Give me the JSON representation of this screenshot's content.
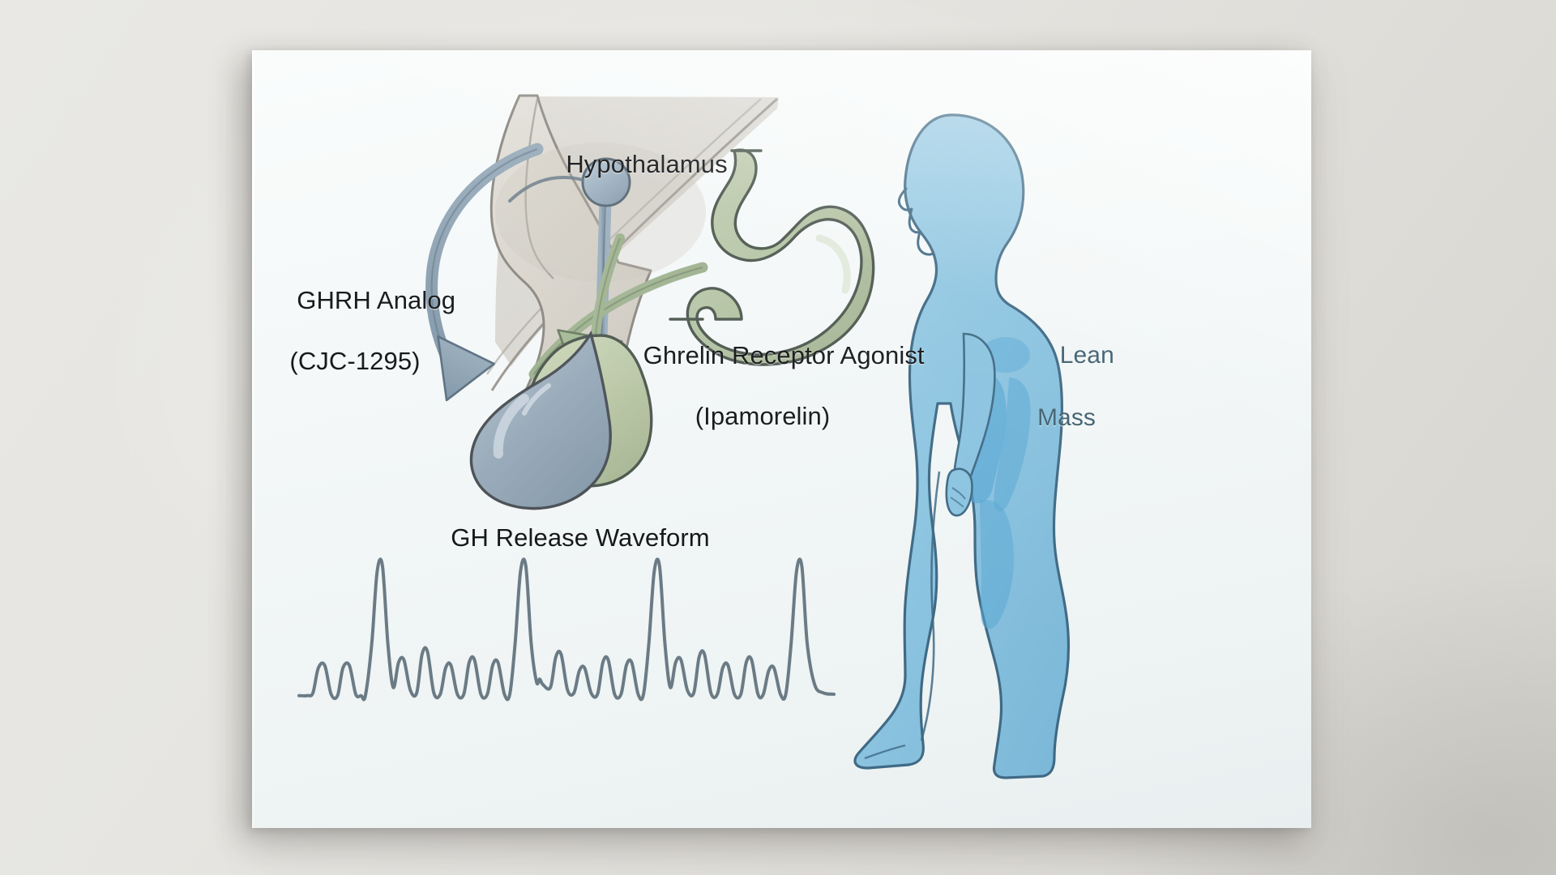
{
  "scene": {
    "type": "scientific-illustration",
    "title_note": "Growth hormone secretagogue pathway diagram",
    "background_color": "#e4e3de",
    "card_color": "#f2f6f7"
  },
  "labels": {
    "hypothalamus": "Hypothalamus",
    "ghrh_line1": "GHRH Analog",
    "ghrh_line2": "(CJC-1295)",
    "ghrelin_line1": "Ghrelin Receptor Agonist",
    "ghrelin_line2": "(Ipamorelin)",
    "waveform": "GH Release Waveform",
    "lean_mass_line1": "Lean",
    "lean_mass_line2": "Mass"
  },
  "colors": {
    "text": "#16181a",
    "lean_mass_text": "#3f6070",
    "ghrh_arrow": "#8ea2b2",
    "ghrelin_arrow": "#9fb391",
    "pituitary_anterior": "#9eb0bf",
    "pituitary_posterior": "#bcc9a9",
    "stomach": "#b6c4a6",
    "brain": "#dedad3",
    "body": "#8ec4e0",
    "body_muscle": "#5aa8d4",
    "waveform_stroke": "#6b7b85",
    "outline": "#4d5358"
  },
  "anatomy": [
    {
      "name": "hypothalamus-brain",
      "label": "Hypothalamus",
      "color": "#dedad3"
    },
    {
      "name": "pituitary-anterior-lobe",
      "label": "Anterior pituitary",
      "color": "#9eb0bf"
    },
    {
      "name": "pituitary-posterior-lobe",
      "label": "Posterior pituitary",
      "color": "#bcc9a9"
    },
    {
      "name": "stomach",
      "label": "Stomach",
      "color": "#b6c4a6"
    },
    {
      "name": "human-body-profile",
      "label": "Lean Mass",
      "color": "#8ec4e0"
    }
  ],
  "arrows": [
    {
      "name": "ghrh-arrow",
      "from": "hypothalamus",
      "to": "pituitary-anterior-lobe",
      "color": "#8ea2b2"
    },
    {
      "name": "ghrelin-arrow-1",
      "from": "stomach",
      "to": "pituitary-posterior-lobe",
      "color": "#9fb391"
    },
    {
      "name": "ghrelin-arrow-2",
      "from": "stomach",
      "to": "pituitary-posterior-lobe",
      "color": "#9fb391"
    }
  ],
  "chart_data": {
    "type": "line",
    "title": "GH Release Waveform",
    "xlabel": "",
    "ylabel": "",
    "grid": false,
    "legend": "none",
    "stroke_color": "#6b7b85",
    "stroke_width": 4,
    "xlim": [
      0,
      100
    ],
    "ylim": [
      0,
      100
    ],
    "description": "Pulsatile growth hormone secretion trace: repeating groups of small rounded bumps punctuated by four tall narrow secretory spikes.",
    "peak_count": 4,
    "points": [
      [
        0.0,
        2
      ],
      [
        1.6,
        2
      ],
      [
        2.6,
        4
      ],
      [
        3.6,
        22
      ],
      [
        4.8,
        24
      ],
      [
        6.0,
        3
      ],
      [
        7.2,
        2
      ],
      [
        8.2,
        22
      ],
      [
        9.4,
        24
      ],
      [
        10.6,
        3
      ],
      [
        11.6,
        2
      ],
      [
        12.4,
        2
      ],
      [
        13.6,
        40
      ],
      [
        14.6,
        92
      ],
      [
        15.6,
        96
      ],
      [
        16.6,
        40
      ],
      [
        17.6,
        8
      ],
      [
        18.6,
        26
      ],
      [
        19.6,
        28
      ],
      [
        20.8,
        6
      ],
      [
        22.0,
        4
      ],
      [
        23.0,
        32
      ],
      [
        24.0,
        34
      ],
      [
        25.2,
        4
      ],
      [
        26.4,
        3
      ],
      [
        27.4,
        22
      ],
      [
        28.4,
        24
      ],
      [
        29.6,
        3
      ],
      [
        30.8,
        3
      ],
      [
        31.8,
        26
      ],
      [
        32.8,
        28
      ],
      [
        34.0,
        3
      ],
      [
        35.2,
        3
      ],
      [
        36.2,
        24
      ],
      [
        37.2,
        26
      ],
      [
        38.4,
        3
      ],
      [
        39.4,
        3
      ],
      [
        40.4,
        40
      ],
      [
        41.4,
        92
      ],
      [
        42.4,
        96
      ],
      [
        43.4,
        40
      ],
      [
        44.4,
        12
      ],
      [
        45.0,
        14
      ],
      [
        45.6,
        10
      ],
      [
        47.0,
        8
      ],
      [
        48.0,
        30
      ],
      [
        49.0,
        32
      ],
      [
        50.2,
        6
      ],
      [
        51.4,
        4
      ],
      [
        52.4,
        20
      ],
      [
        53.4,
        22
      ],
      [
        54.6,
        4
      ],
      [
        55.8,
        3
      ],
      [
        56.8,
        26
      ],
      [
        57.8,
        28
      ],
      [
        59.0,
        3
      ],
      [
        60.2,
        3
      ],
      [
        61.2,
        24
      ],
      [
        62.2,
        26
      ],
      [
        63.4,
        3
      ],
      [
        64.4,
        3
      ],
      [
        65.4,
        40
      ],
      [
        66.4,
        92
      ],
      [
        67.4,
        96
      ],
      [
        68.4,
        40
      ],
      [
        69.4,
        8
      ],
      [
        70.4,
        26
      ],
      [
        71.4,
        28
      ],
      [
        72.6,
        6
      ],
      [
        73.8,
        4
      ],
      [
        74.8,
        30
      ],
      [
        75.8,
        32
      ],
      [
        77.0,
        4
      ],
      [
        78.2,
        3
      ],
      [
        79.2,
        22
      ],
      [
        80.2,
        24
      ],
      [
        81.4,
        3
      ],
      [
        82.6,
        3
      ],
      [
        83.6,
        26
      ],
      [
        84.6,
        28
      ],
      [
        85.8,
        3
      ],
      [
        86.8,
        3
      ],
      [
        87.8,
        20
      ],
      [
        88.8,
        22
      ],
      [
        90.0,
        3
      ],
      [
        91.0,
        3
      ],
      [
        92.0,
        40
      ],
      [
        93.0,
        92
      ],
      [
        94.0,
        96
      ],
      [
        95.0,
        40
      ],
      [
        96.4,
        10
      ],
      [
        98.0,
        4
      ],
      [
        100.0,
        3
      ]
    ]
  }
}
